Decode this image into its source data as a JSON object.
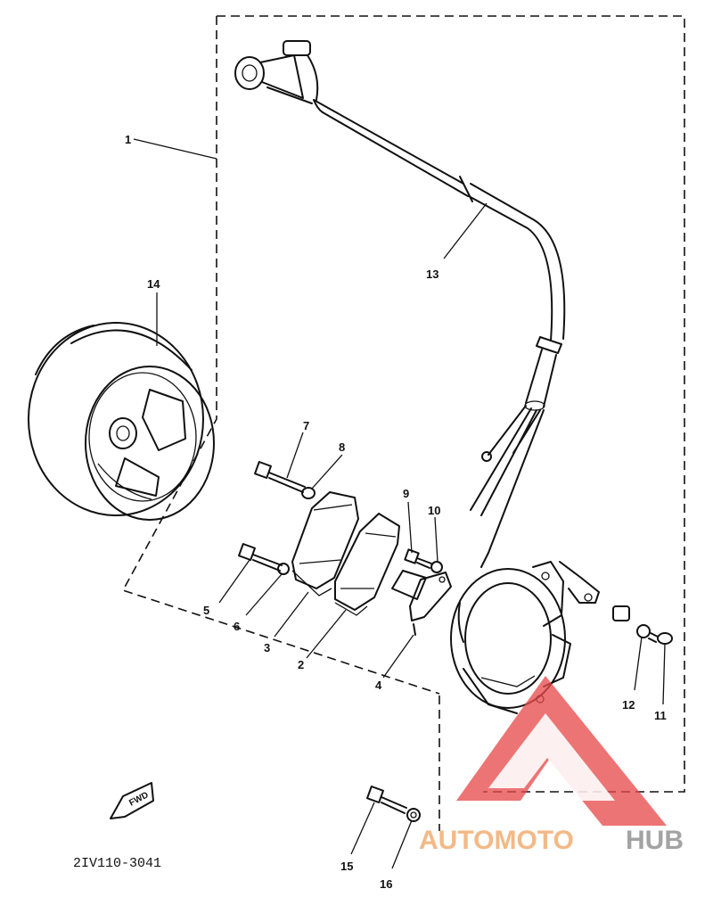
{
  "diagram": {
    "drawing_code": "2IV110-3041",
    "fwd_label": "FWD",
    "callouts": {
      "c1": "1",
      "c2": "2",
      "c3": "3",
      "c4": "4",
      "c5": "5",
      "c6": "6",
      "c7": "7",
      "c8": "8",
      "c9": "9",
      "c10": "10",
      "c11": "11",
      "c12": "12",
      "c13": "13",
      "c14": "14",
      "c15": "15",
      "c16": "16"
    }
  },
  "watermark": {
    "brand_part1": "AUTOMOTO",
    "brand_part2": "HUB",
    "colors": {
      "triangle": "#e84a4a",
      "auto": "#f2b27a",
      "hub": "#9a9a9a"
    }
  }
}
